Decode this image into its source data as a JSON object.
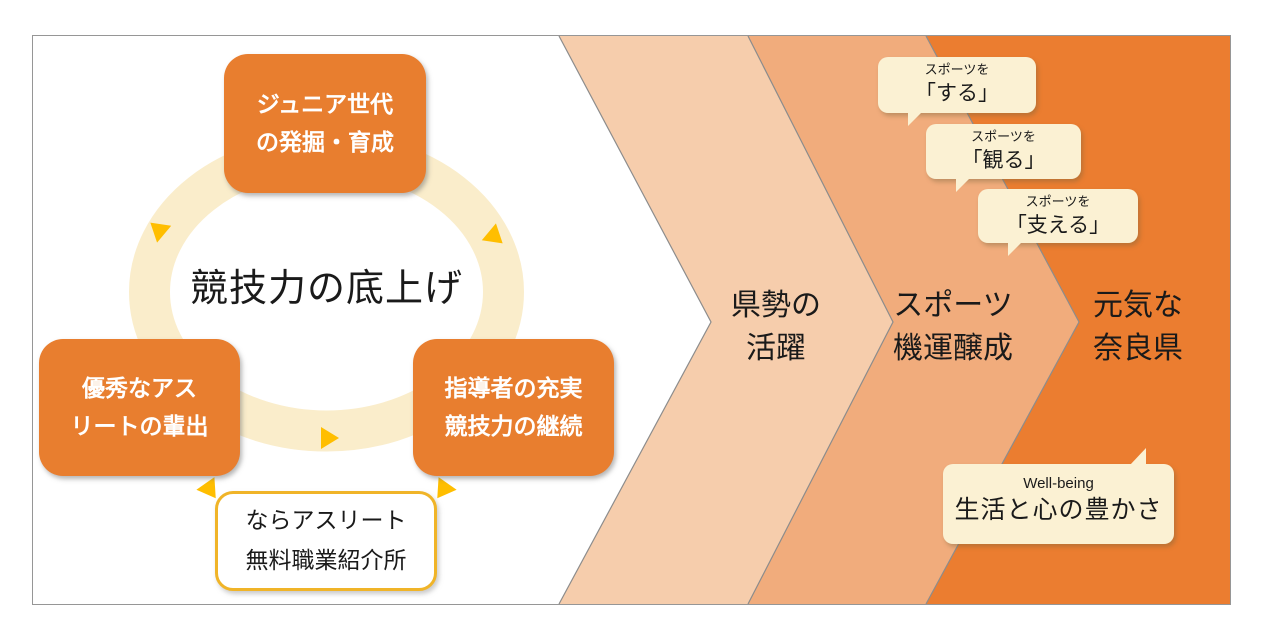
{
  "colors": {
    "box_orange": "#E87E2F",
    "band_light": "#F6CDAC",
    "band_medium": "#F1AC7C",
    "band_dark": "#EB7D30",
    "ring_cream": "#FAEDCB",
    "bubble_cream": "#FBF1D3",
    "arrow_gold": "#FFBE00",
    "referral_border_gold": "#F0B428",
    "frame_border_gray": "#969696",
    "text_dark": "#1A1A1A",
    "text_white": "#FFFFFF"
  },
  "cycle": {
    "center_label": "競技力の底上げ",
    "top_box": {
      "line1": "ジュニア世代",
      "line2": "の発掘・育成"
    },
    "left_box": {
      "line1": "優秀なアス",
      "line2": "リートの輩出"
    },
    "right_box": {
      "line1": "指導者の充実",
      "line2": "競技力の継続"
    },
    "referral_box": {
      "line1": "ならアスリート",
      "line2": "無料職業紹介所"
    }
  },
  "chevrons": [
    {
      "line1": "県勢の",
      "line2": "活躍"
    },
    {
      "line1": "スポーツ",
      "line2": "機運醸成"
    },
    {
      "line1": "元気な",
      "line2": "奈良県"
    }
  ],
  "bubbles": [
    {
      "small": "スポーツを",
      "large": "「する」"
    },
    {
      "small": "スポーツを",
      "large": "「観る」"
    },
    {
      "small": "スポーツを",
      "large": "「支える」"
    }
  ],
  "wellbeing": {
    "small": "Well-being",
    "large": "生活と心の豊かさ"
  }
}
